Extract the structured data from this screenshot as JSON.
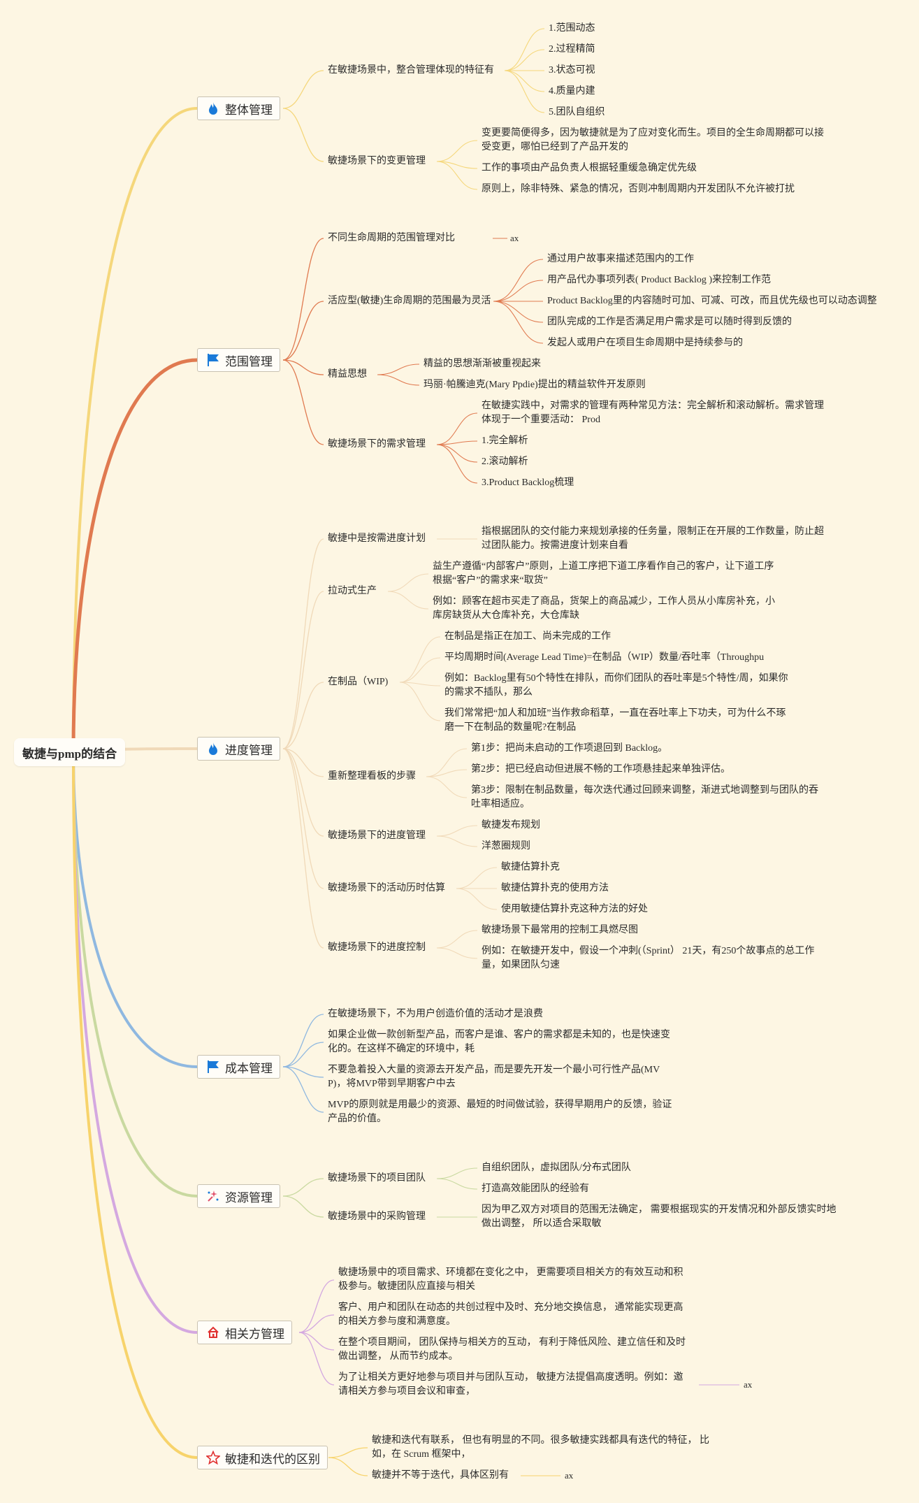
{
  "root": {
    "label": "敏捷与pmp的结合"
  },
  "branches": [
    {
      "label": "整体管理",
      "icon": "fire-icon",
      "color": "#f5d77b",
      "children": [
        {
          "text": "在敏捷场景中，整合管理体现的特征有",
          "children": [
            {
              "text": "1.范围动态"
            },
            {
              "text": "2.过程精简"
            },
            {
              "text": "3.状态可视"
            },
            {
              "text": "4.质量内建"
            },
            {
              "text": "5.团队自组织"
            }
          ]
        },
        {
          "text": "敏捷场景下的变更管理",
          "children": [
            {
              "text": "变更要简便得多，因为敏捷就是为了应对变化而生。项目的全生命周期都可以接受变更，哪怕已经到了产品开发的"
            },
            {
              "text": "工作的事项由产品负责人根据轻重缓急确定优先级"
            },
            {
              "text": "原则上，除非特殊、紧急的情况，否则冲制周期内开发团队不允许被打扰"
            }
          ]
        }
      ]
    },
    {
      "label": "范围管理",
      "icon": "flag-icon",
      "color": "#e07a50",
      "children": [
        {
          "text": "不同生命周期的范围管理对比",
          "children": [
            {
              "text": "ax"
            }
          ]
        },
        {
          "text": "活应型(敏捷)生命周期的范围最为灵活",
          "children": [
            {
              "text": "通过用户故事来描述范围内的工作"
            },
            {
              "text": "用产品代办事项列表( Product Backlog )来控制工作范"
            },
            {
              "text": "Product Backlog里的内容随时可加、可减、可改，而且优先级也可以动态调整"
            },
            {
              "text": "团队完成的工作是否满足用户需求是可以随时得到反馈的"
            },
            {
              "text": "发起人或用户在项目生命周期中是持续参与的"
            }
          ]
        },
        {
          "text": "精益思想",
          "children": [
            {
              "text": "精益的思想渐渐被重视起来"
            },
            {
              "text": "玛丽·帕騰迪克(Mary Ppdie)提出的精益软件开发原则"
            }
          ]
        },
        {
          "text": "敏捷场景下的需求管理",
          "children": [
            {
              "text": "在敏捷实践中，对需求的管理有两种常见方法：完全解析和滚动解析。需求管理体现于一个重要活动： Prod"
            },
            {
              "text": "1.完全解析"
            },
            {
              "text": "2.滚动解析"
            },
            {
              "text": "3.Product Backlog梳理"
            }
          ]
        }
      ]
    },
    {
      "label": "进度管理",
      "icon": "fire-icon",
      "color": "#f0d9b8",
      "children": [
        {
          "text": "敏捷中是按需进度计划",
          "children": [
            {
              "text": "指根据团队的交付能力来规划承接的任务量，限制正在开展的工作数量，防止超过团队能力。按需进度计划来自看"
            }
          ]
        },
        {
          "text": "拉动式生产",
          "children": [
            {
              "text": "益生产遵循“内部客户”原则，上道工序把下道工序看作自己的客户，让下道工序根据“客户”的需求来“取货”"
            },
            {
              "text": "例如：顾客在超市买走了商品，货架上的商品减少，工作人员从小库房补充，小库房缺货从大仓库补充，大仓库缺"
            }
          ]
        },
        {
          "text": "在制品（WIP)",
          "children": [
            {
              "text": "在制品是指正在加工、尚未完成的工作"
            },
            {
              "text": "平均周期时间(Average Lead Time)=在制品（WIP）数量/吞吐率（Throughpu"
            },
            {
              "text": "例如：Backlog里有50个特性在排队，而你们团队的吞吐率是5个特性/周，如果你的需求不插队，那么"
            },
            {
              "text": "我们常常把“加人和加班”当作救命稻草，一直在吞吐率上下功夫，可为什么不琢磨一下在制品的数量呢?在制品"
            }
          ]
        },
        {
          "text": "重新整理看板的步骤",
          "children": [
            {
              "text": "第1步：把尚未启动的工作项退回到 Backlog。"
            },
            {
              "text": "第2步：把已经启动但进展不畅的工作项悬挂起来单独评估。"
            },
            {
              "text": "第3步：限制在制品数量，每次迭代通过回顾来调整，渐进式地调整到与团队的吞吐率相适应。"
            }
          ]
        },
        {
          "text": "敏捷场景下的进度管理",
          "children": [
            {
              "text": "敏捷发布规划"
            },
            {
              "text": "洋葱圈规则"
            }
          ]
        },
        {
          "text": "敏捷场景下的活动历时估算",
          "children": [
            {
              "text": "敏捷估算扑克"
            },
            {
              "text": "敏捷估算扑克的使用方法"
            },
            {
              "text": "使用敏捷估算扑克这种方法的好处"
            }
          ]
        },
        {
          "text": "敏捷场景下的进度控制",
          "children": [
            {
              "text": "敏捷场景下最常用的控制工具燃尽图"
            },
            {
              "text": "例如：在敏捷开发中，假设一个冲刺(（Sprint） 21天，有250个故事点的总工作量，如果团队匀速"
            }
          ]
        }
      ]
    },
    {
      "label": "成本管理",
      "icon": "flag-icon",
      "color": "#8fb8e0",
      "children": [
        {
          "text": "在敏捷场景下，不为用户创造价值的活动才是浪费"
        },
        {
          "text": "如果企业做一款创新型产品，而客户是谁、客户的需求都是未知的，也是快速变化的。在这样不确定的环境中，耗"
        },
        {
          "text": "不要急着投入大量的资源去开发产品，而是要先开发一个最小可行性产品(MVP)，将MVP带到早期客户中去"
        },
        {
          "text": "MVP的原则就是用最少的资源、最短的时间做试验，获得早期用户的反馈，验证产品的价值。"
        }
      ]
    },
    {
      "label": "资源管理",
      "icon": "sparkle-icon",
      "color": "#c9d9a0",
      "children": [
        {
          "text": "敏捷场景下的项目团队",
          "children": [
            {
              "text": "自组织团队，虚拟团队/分布式团队"
            },
            {
              "text": "打造高效能团队的经验有"
            }
          ]
        },
        {
          "text": "敏捷场景中的采购管理",
          "children": [
            {
              "text": "因为甲乙双方对项目的范围无法确定， 需要根据现实的开发情况和外部反馈实时地做出调整， 所以适合采取敏"
            }
          ]
        }
      ]
    },
    {
      "label": "相关方管理",
      "icon": "home-icon",
      "color": "#d4a8e0",
      "children": [
        {
          "text": "敏捷场景中的项目需求、环境都在变化之中， 更需要项目相关方的有效互动和积极参与。敏捷团队应直接与相关"
        },
        {
          "text": "客户、用户和团队在动态的共创过程中及时、充分地交换信息， 通常能实现更高的相关方参与度和满意度。"
        },
        {
          "text": "在整个项目期间， 团队保持与相关方的互动， 有利于降低风险、建立信任和及时做出调整， 从而节约成本。"
        },
        {
          "text": "为了让相关方更好地参与项目并与团队互动， 敏捷方法提倡高度透明。例如：邀请相关方参与项目会议和审查，",
          "children": [
            {
              "text": "ax"
            }
          ]
        }
      ]
    },
    {
      "label": "敏捷和迭代的区别",
      "icon": "star-icon",
      "color": "#f7d36b",
      "children": [
        {
          "text": "敏捷和迭代有联系， 但也有明显的不同。很多敏捷实践都具有迭代的特征， 比如，在 Scrum 框架中，"
        },
        {
          "text": "敏捷并不等于迭代，具体区别有",
          "children": [
            {
              "text": "ax"
            }
          ]
        }
      ]
    }
  ]
}
